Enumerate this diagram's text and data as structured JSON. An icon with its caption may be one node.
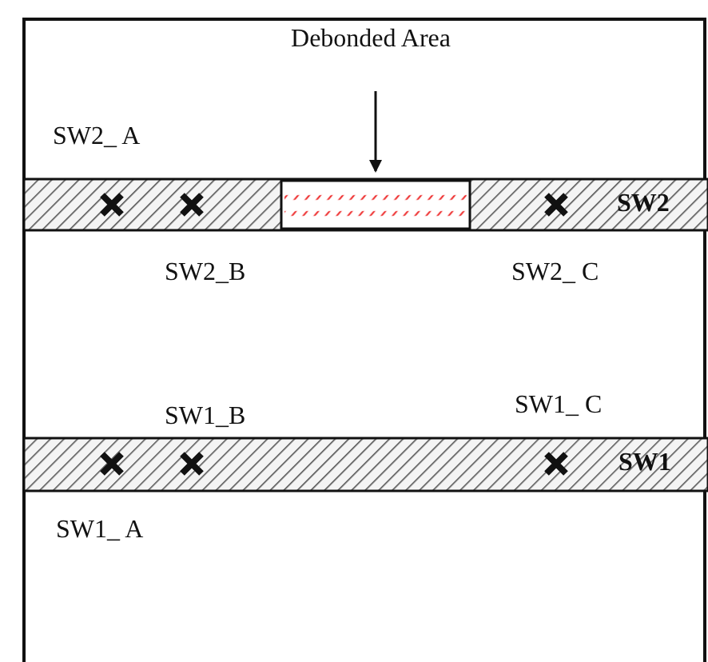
{
  "diagram": {
    "nodes": [
      {
        "text": [
          "Debonded Area"
        ]
      },
      {
        "text": [],
        "shape": "box"
      }
    ],
    "edges": [
      {
        "from": 0,
        "to": 1,
        "arrow": "to"
      }
    ],
    "labels": [
      "SW2_ A",
      "SW2",
      "SW2_B",
      "SW2_ C",
      "SW1_B",
      "SW1_ C",
      "SW1",
      "SW1_ A"
    ]
  }
}
